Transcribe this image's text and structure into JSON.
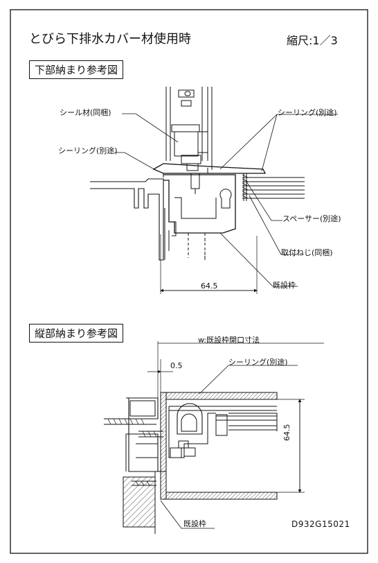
{
  "title": "とびら下排水カバー材使用時",
  "scale": "縮尺:1／3",
  "section1": {
    "heading": "下部納まり参考図",
    "labels": {
      "seal_material": "シール材(同梱)",
      "sealing_left": "シーリング(別途)",
      "sealing_right": "シーリング(別途)",
      "spacer": "スペーサー(別途)",
      "screw": "取付ねじ(同梱)",
      "existing_frame": "既設枠"
    },
    "dimension": "64.5"
  },
  "section2": {
    "heading": "縦部納まり参考図",
    "labels": {
      "opening_width": "w:既設枠開口寸法",
      "clearance": "0.5",
      "sealing": "シーリング(別途)",
      "existing_frame": "既設枠"
    },
    "dimension": "64.5"
  },
  "drawing_code": "D932G15021"
}
